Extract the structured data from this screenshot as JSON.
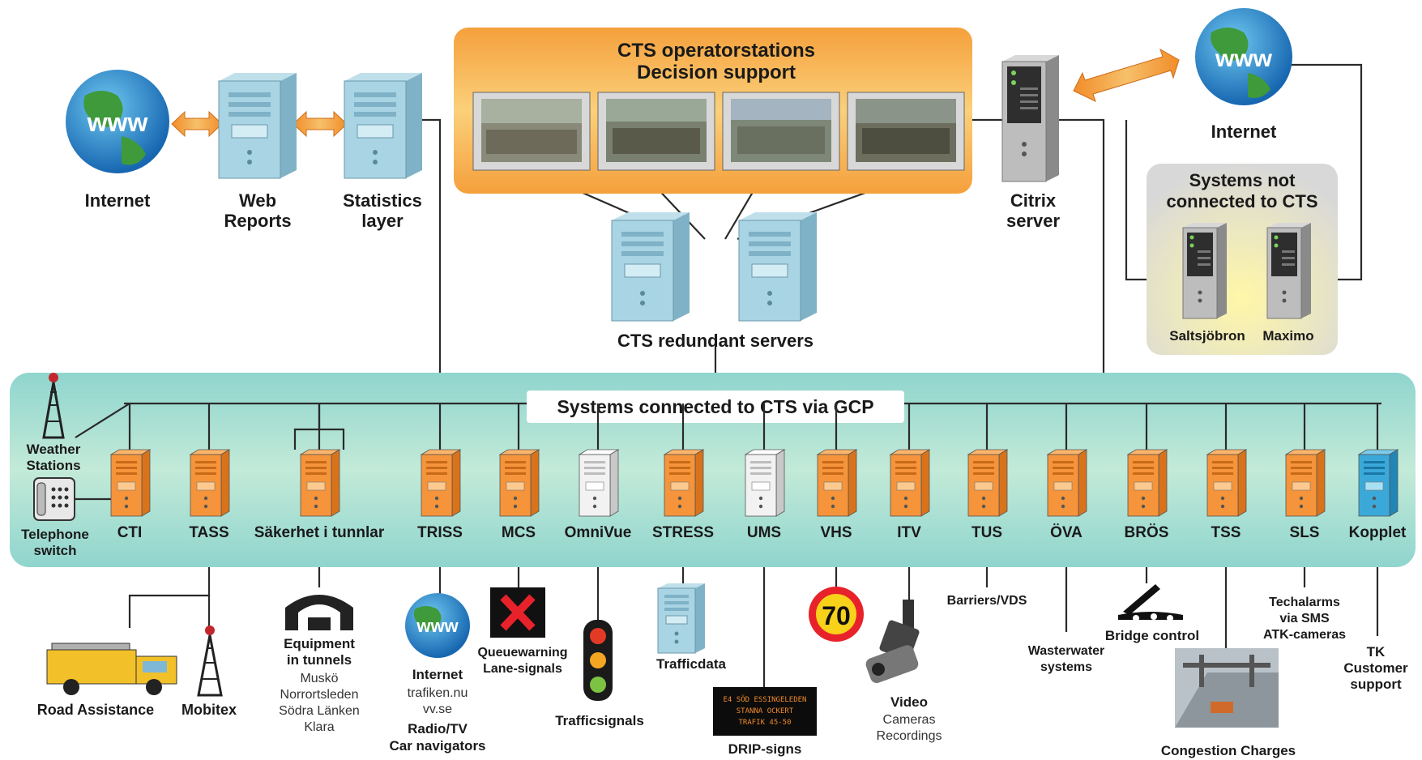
{
  "colors": {
    "orange_server": "#f5943a",
    "blue_server": "#3aa9d9",
    "teal_band": "#a6dcd2",
    "orange_panel": "#f7a94a",
    "gray_panel": "#dcdcdc"
  },
  "top": {
    "internet_left": "Internet",
    "web_reports": [
      "Web",
      "Reports"
    ],
    "statistics": [
      "Statistics",
      "layer"
    ],
    "operator_title": [
      "CTS operatorstations",
      "Decision support"
    ],
    "redundant": "CTS redundant servers",
    "citrix": [
      "Citrix",
      "server"
    ],
    "internet_right": "Internet",
    "not_connected_title": [
      "Systems not",
      "connected to CTS"
    ],
    "saltsjobron": "Saltsjöbron",
    "maximo": "Maximo",
    "www": "www"
  },
  "band": {
    "title": "Systems connected to CTS via GCP",
    "weather": [
      "Weather",
      "Stations"
    ],
    "telephone": [
      "Telephone",
      "switch"
    ]
  },
  "systems": [
    {
      "name": "CTI",
      "color": "orange"
    },
    {
      "name": "TASS",
      "color": "orange"
    },
    {
      "name": "Säkerhet i tunnlar",
      "color": "orange"
    },
    {
      "name": "TRISS",
      "color": "orange"
    },
    {
      "name": "MCS",
      "color": "orange"
    },
    {
      "name": "OmniVue",
      "color": "white"
    },
    {
      "name": "STRESS",
      "color": "orange"
    },
    {
      "name": "UMS",
      "color": "white"
    },
    {
      "name": "VHS",
      "color": "orange"
    },
    {
      "name": "ITV",
      "color": "orange"
    },
    {
      "name": "TUS",
      "color": "orange"
    },
    {
      "name": "ÖVA",
      "color": "orange"
    },
    {
      "name": "BRÖS",
      "color": "orange"
    },
    {
      "name": "TSS",
      "color": "orange"
    },
    {
      "name": "SLS",
      "color": "orange"
    },
    {
      "name": "Kopplet",
      "color": "blue"
    }
  ],
  "bottom": {
    "road_assistance": "Road Assistance",
    "mobitex": "Mobitex",
    "equipment": [
      "Equipment",
      "in tunnels"
    ],
    "tunnels": [
      "Muskö",
      "Norrortsleden",
      "Södra Länken",
      "Klara"
    ],
    "internet": "Internet",
    "triss_sites": [
      "trafiken.nu",
      "vv.se"
    ],
    "radio": [
      "Radio/TV",
      "Car navigators"
    ],
    "queue": [
      "Queuewarning",
      "Lane-signals"
    ],
    "trafficsignals": "Trafficsignals",
    "trafficdata": "Trafficdata",
    "drip": "DRIP-signs",
    "speed": "70",
    "video": "Video",
    "video_sub": [
      "Cameras",
      "Recordings"
    ],
    "barriers": "Barriers/VDS",
    "wastewater": [
      "Wasterwater",
      "systems"
    ],
    "bridge": "Bridge control",
    "congestion": "Congestion Charges",
    "techalarms": [
      "Techalarms",
      "via SMS",
      "ATK-cameras"
    ],
    "tk": [
      "TK",
      "Customer",
      "support"
    ],
    "drip_text": [
      "E4 SÖD ESSINGELEDEN",
      "STANNA OCKERT",
      "TRAFIK 45-50"
    ]
  }
}
